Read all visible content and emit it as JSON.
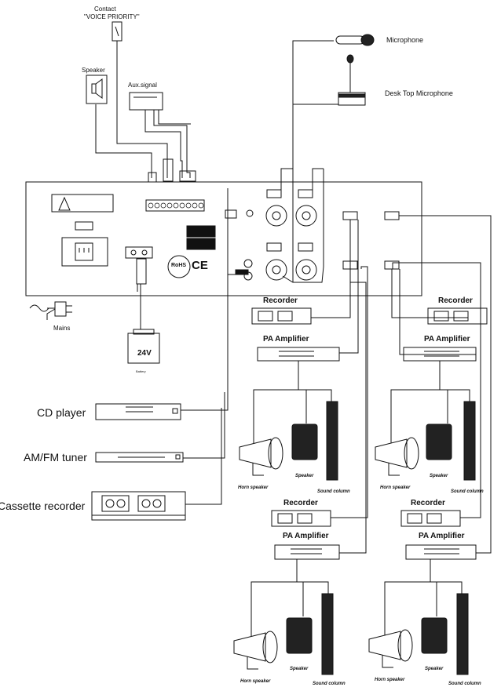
{
  "labels": {
    "contact": "Contact",
    "voice_priority": "\"VOICE PRIORITY\"",
    "speaker": "Speaker",
    "aux_signal": "Aux.signal",
    "microphone": "Microphone",
    "desk_top_microphone": "Desk Top Microphone",
    "mains": "Mains",
    "battery": "Battery",
    "battery_voltage": "24V",
    "cd_player": "CD player",
    "amfm_tuner": "AM/FM tuner",
    "cassette_recorder": "Cassette recorder",
    "recorder": "Recorder",
    "pa_amplifier": "PA Amplifier",
    "horn_speaker": "Horn speaker",
    "speaker_small": "Speaker",
    "sound_column": "Sound column",
    "rohs": "RoHS",
    "ce": "CE"
  }
}
